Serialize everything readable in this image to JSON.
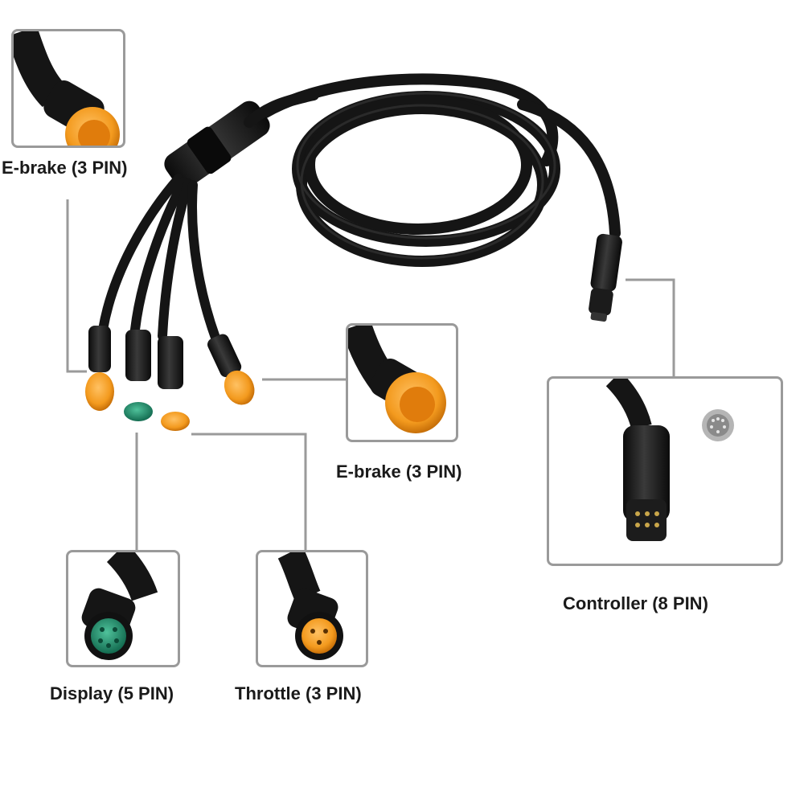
{
  "image": {
    "background": "#ffffff",
    "cable_color": "#151515",
    "connector_orange": "#f39a1e",
    "connector_green": "#1f8c6a",
    "callout_line_color": "#9a9a9a"
  },
  "labels": {
    "ebrake_left": "E-brake (3 PIN)",
    "ebrake_right": "E-brake (3 PIN)",
    "display": "Display (5 PIN)",
    "throttle": "Throttle (3 PIN)",
    "controller": "Controller (8 PIN)"
  },
  "insets": [
    {
      "name": "ebrake-left",
      "icon": "orange-3pin-connector"
    },
    {
      "name": "ebrake-right",
      "icon": "orange-3pin-connector"
    },
    {
      "name": "display",
      "icon": "green-5pin-connector"
    },
    {
      "name": "throttle",
      "icon": "orange-3pin-connector"
    },
    {
      "name": "controller",
      "icon": "black-8pin-connector"
    }
  ]
}
